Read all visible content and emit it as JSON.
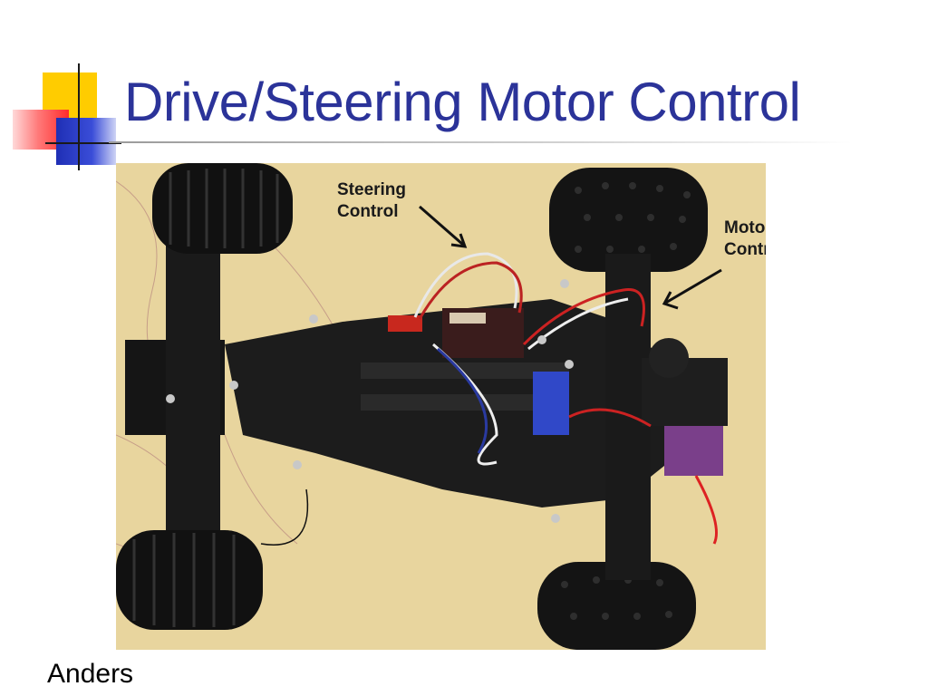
{
  "slide": {
    "title": "Drive/Steering Motor Control",
    "footer_author": "Anders"
  },
  "photo": {
    "callouts": {
      "steering_line1": "Steering",
      "steering_line2": "Control",
      "motor_line1": "Motor",
      "motor_line2": "Control"
    }
  },
  "colors": {
    "title": "#2b3399",
    "logo_yellow": "#ffcc00",
    "logo_red": "#ff2b2b",
    "logo_blue": "#1f2fb5"
  }
}
